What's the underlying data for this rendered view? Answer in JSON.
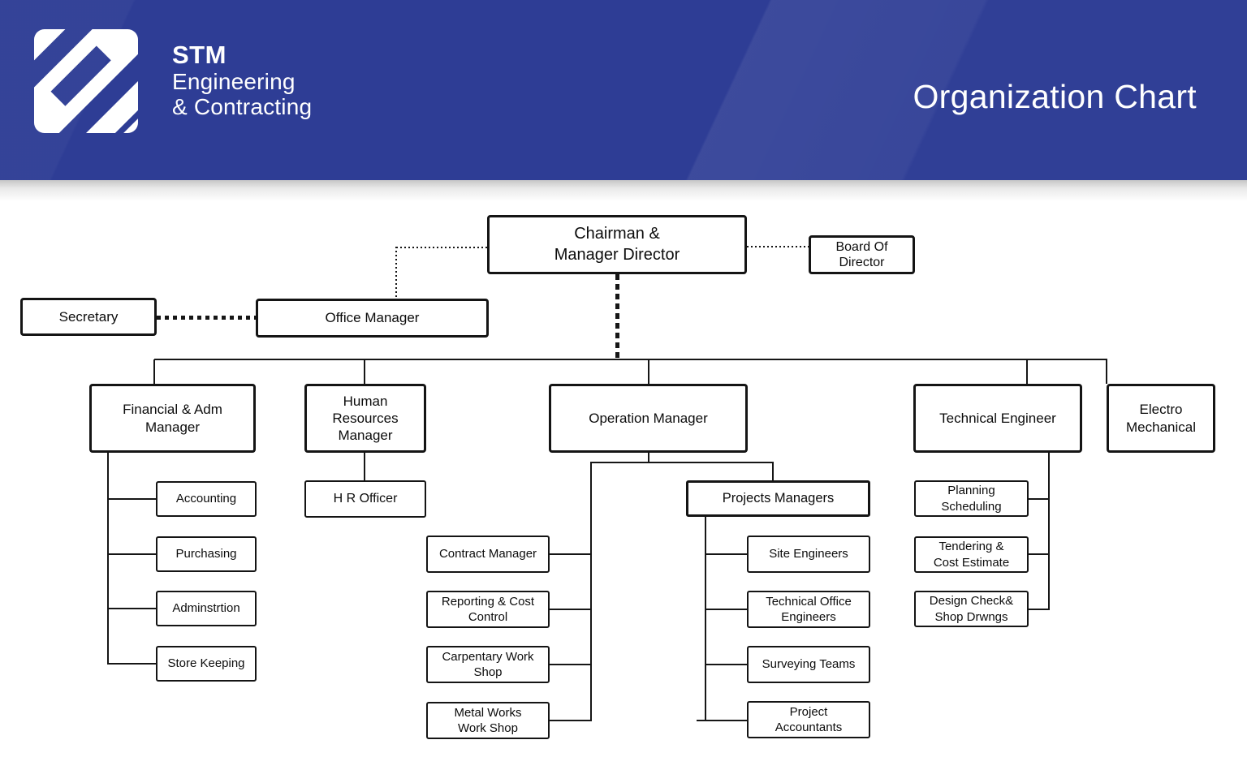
{
  "header": {
    "logo": {
      "brand": "STM",
      "line2": "Engineering",
      "line3": "& Contracting"
    },
    "title": "Organization Chart"
  },
  "colors": {
    "header_blue": "#2e3d95",
    "line_black": "#161616",
    "box_fill": "#ffffff"
  },
  "chart": {
    "nodes": {
      "chairman": {
        "lines": [
          "Chairman &",
          "Manager Director"
        ]
      },
      "board": {
        "lines": [
          "Board Of",
          "Director"
        ]
      },
      "secretary": {
        "lines": [
          "Secretary"
        ]
      },
      "office_manager": {
        "lines": [
          "Office Manager"
        ]
      },
      "financial": {
        "lines": [
          "Financial & Adm",
          "Manager"
        ]
      },
      "hr": {
        "lines": [
          "Human",
          "Resources",
          "Manager"
        ]
      },
      "operation": {
        "lines": [
          "Operation Manager"
        ]
      },
      "technical": {
        "lines": [
          "Technical Engineer"
        ]
      },
      "electro": {
        "lines": [
          "Electro",
          "Mechanical"
        ]
      },
      "accounting": {
        "lines": [
          "Accounting"
        ]
      },
      "purchasing": {
        "lines": [
          "Purchasing"
        ]
      },
      "administration": {
        "lines": [
          "Adminstrtion"
        ]
      },
      "store_keeping": {
        "lines": [
          "Store Keeping"
        ]
      },
      "hr_officer": {
        "lines": [
          "H R Officer"
        ]
      },
      "contract_manager": {
        "lines": [
          "Contract Manager"
        ]
      },
      "reporting": {
        "lines": [
          "Reporting & Cost",
          "Control"
        ]
      },
      "carpentary": {
        "lines": [
          "Carpentary Work",
          "Shop"
        ]
      },
      "metal_works": {
        "lines": [
          "Metal Works",
          "Work Shop"
        ]
      },
      "projects_managers": {
        "lines": [
          "Projects Managers"
        ]
      },
      "site_engineers": {
        "lines": [
          "Site Engineers"
        ]
      },
      "technical_office": {
        "lines": [
          "Technical Office",
          "Engineers"
        ]
      },
      "surveying": {
        "lines": [
          "Surveying Teams"
        ]
      },
      "project_accountants": {
        "lines": [
          "Project",
          "Accountants"
        ]
      },
      "planning": {
        "lines": [
          "Planning",
          "Scheduling"
        ]
      },
      "tendering": {
        "lines": [
          "Tendering &",
          "Cost Estimate"
        ]
      },
      "design_check": {
        "lines": [
          "Design Check&",
          "Shop Drwngs"
        ]
      }
    }
  }
}
